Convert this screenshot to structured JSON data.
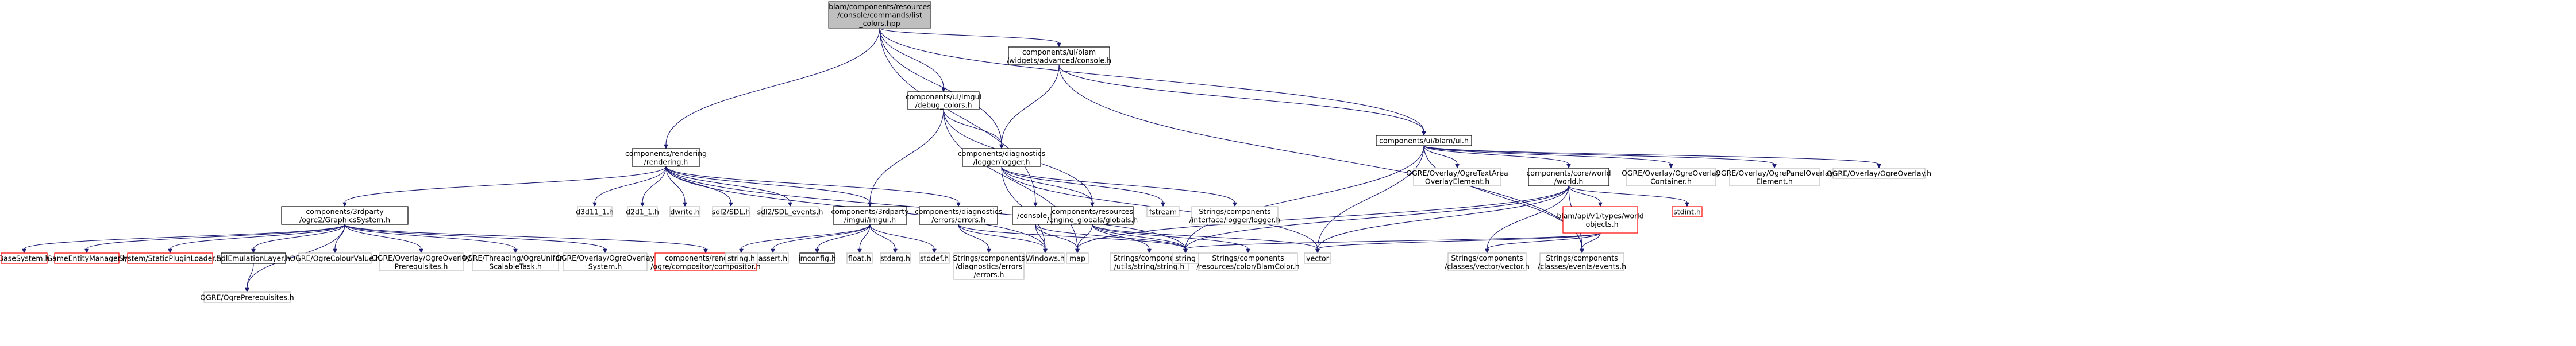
{
  "graph": {
    "nodes": [
      {
        "id": "root",
        "lines": [
          "blam/components/resources",
          "/console/commands/list",
          "_colors.hpp"
        ],
        "kind": "root"
      },
      {
        "id": "console_ui",
        "lines": [
          "components/ui/blam",
          "/widgets/advanced/console.h"
        ],
        "kind": "incl"
      },
      {
        "id": "imgui_debug",
        "lines": [
          "components/ui/imgui",
          "/debug_colors.h"
        ],
        "kind": "incl"
      },
      {
        "id": "blam_ui",
        "lines": [
          "components/ui/blam/ui.h"
        ],
        "kind": "incl"
      },
      {
        "id": "rendering",
        "lines": [
          "components/rendering",
          "/rendering.h"
        ],
        "kind": "incl"
      },
      {
        "id": "logger",
        "lines": [
          "components/diagnostics",
          "/logger/logger.h"
        ],
        "kind": "incl"
      },
      {
        "id": "ogre_textarea",
        "lines": [
          "OGRE/Overlay/OgreTextArea",
          "OverlayElement.h"
        ],
        "kind": "ext"
      },
      {
        "id": "world",
        "lines": [
          "components/core/world",
          "/world.h"
        ],
        "kind": "incl"
      },
      {
        "id": "ogre_container",
        "lines": [
          "OGRE/Overlay/OgreOverlay",
          "Container.h"
        ],
        "kind": "ext"
      },
      {
        "id": "ogre_panel",
        "lines": [
          "OGRE/Overlay/OgrePanelOverlay",
          "Element.h"
        ],
        "kind": "ext"
      },
      {
        "id": "ogre_overlay",
        "lines": [
          "OGRE/Overlay/OgreOverlay.h"
        ],
        "kind": "ext"
      },
      {
        "id": "graphics_system",
        "lines": [
          "components/3rdparty",
          "/ogre2/GraphicsSystem.h"
        ],
        "kind": "incl"
      },
      {
        "id": "d3d11",
        "lines": [
          "d3d11_1.h"
        ],
        "kind": "ext"
      },
      {
        "id": "d2d1",
        "lines": [
          "d2d1_1.h"
        ],
        "kind": "ext"
      },
      {
        "id": "dwrite",
        "lines": [
          "dwrite.h"
        ],
        "kind": "ext"
      },
      {
        "id": "sdl2",
        "lines": [
          "sdl2/SDL.h"
        ],
        "kind": "ext"
      },
      {
        "id": "sdl_events",
        "lines": [
          "sdl2/SDL_events.h"
        ],
        "kind": "ext"
      },
      {
        "id": "imgui",
        "lines": [
          "components/3rdparty",
          "/imgui/imgui.h"
        ],
        "kind": "incl"
      },
      {
        "id": "errors",
        "lines": [
          "components/diagnostics",
          "/errors/errors.h"
        ],
        "kind": "incl"
      },
      {
        "id": "console_h",
        "lines": [
          "/console.h"
        ],
        "kind": "incl"
      },
      {
        "id": "globals",
        "lines": [
          "components/resources",
          "/engine_globals/globals.h"
        ],
        "kind": "incl"
      },
      {
        "id": "fstream",
        "lines": [
          "fstream"
        ],
        "kind": "ext"
      },
      {
        "id": "iface_logger",
        "lines": [
          "Strings/components",
          "/interface/logger/logger.h"
        ],
        "kind": "ext"
      },
      {
        "id": "world_objects",
        "lines": [
          "blam/api/v1/types/world",
          "_objects.h"
        ],
        "kind": "missing"
      },
      {
        "id": "stdint",
        "lines": [
          "stdint.h"
        ],
        "kind": "missing"
      },
      {
        "id": "basesystem",
        "lines": [
          "BaseSystem.h"
        ],
        "kind": "missing"
      },
      {
        "id": "gem",
        "lines": [
          "GameEntityManager.h"
        ],
        "kind": "missing"
      },
      {
        "id": "static_plugin",
        "lines": [
          "System/StaticPluginLoader.h"
        ],
        "kind": "missing"
      },
      {
        "id": "sdl_emul",
        "lines": [
          "SdlEmulationLayer.h"
        ],
        "kind": "incl"
      },
      {
        "id": "ogre_colour",
        "lines": [
          "OGRE/OgreColourValue.h"
        ],
        "kind": "ext"
      },
      {
        "id": "ogre_overlay_prereq",
        "lines": [
          "OGRE/Overlay/OgreOverlay",
          "Prerequisites.h"
        ],
        "kind": "ext"
      },
      {
        "id": "ogre_threading",
        "lines": [
          "OGRE/Threading/OgreUniform",
          "ScalableTask.h"
        ],
        "kind": "ext"
      },
      {
        "id": "ogre_overlay_system",
        "lines": [
          "OGRE/Overlay/OgreOverlay",
          "System.h"
        ],
        "kind": "ext"
      },
      {
        "id": "compositor",
        "lines": [
          "components/rendering",
          "/ogre/compositor/compositor.h"
        ],
        "kind": "missing"
      },
      {
        "id": "string_h",
        "lines": [
          "string.h"
        ],
        "kind": "ext"
      },
      {
        "id": "assert",
        "lines": [
          "assert.h"
        ],
        "kind": "ext"
      },
      {
        "id": "imconfig",
        "lines": [
          "imconfig.h"
        ],
        "kind": "incl"
      },
      {
        "id": "float",
        "lines": [
          "float.h"
        ],
        "kind": "ext"
      },
      {
        "id": "stdarg",
        "lines": [
          "stdarg.h"
        ],
        "kind": "ext"
      },
      {
        "id": "stddef",
        "lines": [
          "stddef.h"
        ],
        "kind": "ext"
      },
      {
        "id": "str_errors",
        "lines": [
          "Strings/components",
          "/diagnostics/errors",
          "/errors.h"
        ],
        "kind": "ext"
      },
      {
        "id": "windows",
        "lines": [
          "Windows.h"
        ],
        "kind": "ext"
      },
      {
        "id": "map",
        "lines": [
          "map"
        ],
        "kind": "ext"
      },
      {
        "id": "str_string",
        "lines": [
          "Strings/components",
          "/utils/string/string.h"
        ],
        "kind": "ext"
      },
      {
        "id": "string",
        "lines": [
          "string"
        ],
        "kind": "ext"
      },
      {
        "id": "str_color",
        "lines": [
          "Strings/components",
          "/resources/color/BlamColor.h"
        ],
        "kind": "ext"
      },
      {
        "id": "vector",
        "lines": [
          "vector"
        ],
        "kind": "ext"
      },
      {
        "id": "str_vector",
        "lines": [
          "Strings/components",
          "/classes/vector/vector.h"
        ],
        "kind": "ext"
      },
      {
        "id": "str_events",
        "lines": [
          "Strings/components",
          "/classes/events/events.h"
        ],
        "kind": "ext"
      },
      {
        "id": "ogre_prereq",
        "lines": [
          "OGRE/OgrePrerequisites.h"
        ],
        "kind": "ext"
      }
    ],
    "edges": [
      [
        "root",
        "console_ui"
      ],
      [
        "root",
        "imgui_debug"
      ],
      [
        "root",
        "blam_ui"
      ],
      [
        "root",
        "rendering"
      ],
      [
        "root",
        "logger"
      ],
      [
        "root",
        "console_h"
      ],
      [
        "console_ui",
        "blam_ui"
      ],
      [
        "console_ui",
        "logger"
      ],
      [
        "console_ui",
        "str_events"
      ],
      [
        "imgui_debug",
        "imgui"
      ],
      [
        "imgui_debug",
        "logger"
      ],
      [
        "imgui_debug",
        "globals"
      ],
      [
        "imgui_debug",
        "map"
      ],
      [
        "blam_ui",
        "ogre_textarea"
      ],
      [
        "blam_ui",
        "world"
      ],
      [
        "blam_ui",
        "ogre_container"
      ],
      [
        "blam_ui",
        "ogre_panel"
      ],
      [
        "blam_ui",
        "ogre_overlay"
      ],
      [
        "blam_ui",
        "string"
      ],
      [
        "blam_ui",
        "vector"
      ],
      [
        "blam_ui",
        "str_events"
      ],
      [
        "rendering",
        "graphics_system"
      ],
      [
        "rendering",
        "d3d11"
      ],
      [
        "rendering",
        "d2d1"
      ],
      [
        "rendering",
        "dwrite"
      ],
      [
        "rendering",
        "sdl2"
      ],
      [
        "rendering",
        "sdl_events"
      ],
      [
        "rendering",
        "imgui"
      ],
      [
        "rendering",
        "errors"
      ],
      [
        "rendering",
        "windows"
      ],
      [
        "rendering",
        "string"
      ],
      [
        "logger",
        "fstream"
      ],
      [
        "logger",
        "iface_logger"
      ],
      [
        "logger",
        "globals"
      ],
      [
        "logger",
        "windows"
      ],
      [
        "logger",
        "vector"
      ],
      [
        "world",
        "world_objects"
      ],
      [
        "world",
        "stdint"
      ],
      [
        "world",
        "str_vector"
      ],
      [
        "world",
        "str_events"
      ],
      [
        "world",
        "map"
      ],
      [
        "world",
        "string"
      ],
      [
        "world",
        "vector"
      ],
      [
        "graphics_system",
        "basesystem"
      ],
      [
        "graphics_system",
        "gem"
      ],
      [
        "graphics_system",
        "static_plugin"
      ],
      [
        "graphics_system",
        "sdl_emul"
      ],
      [
        "graphics_system",
        "ogre_colour"
      ],
      [
        "graphics_system",
        "ogre_overlay_prereq"
      ],
      [
        "graphics_system",
        "ogre_threading"
      ],
      [
        "graphics_system",
        "ogre_overlay_system"
      ],
      [
        "graphics_system",
        "compositor"
      ],
      [
        "graphics_system",
        "ogre_prereq"
      ],
      [
        "imgui",
        "string_h"
      ],
      [
        "imgui",
        "assert"
      ],
      [
        "imgui",
        "imconfig"
      ],
      [
        "imgui",
        "float"
      ],
      [
        "imgui",
        "stdarg"
      ],
      [
        "imgui",
        "stddef"
      ],
      [
        "errors",
        "str_errors"
      ],
      [
        "errors",
        "windows"
      ],
      [
        "errors",
        "string"
      ],
      [
        "console_h",
        "windows"
      ],
      [
        "console_h",
        "map"
      ],
      [
        "console_h",
        "string"
      ],
      [
        "globals",
        "map"
      ],
      [
        "globals",
        "str_string"
      ],
      [
        "globals",
        "string"
      ],
      [
        "globals",
        "str_color"
      ],
      [
        "globals",
        "vector"
      ],
      [
        "world_objects",
        "string"
      ],
      [
        "world_objects",
        "vector"
      ],
      [
        "world_objects",
        "str_vector"
      ],
      [
        "world_objects",
        "str_events"
      ],
      [
        "sdl_emul",
        "ogre_prereq"
      ]
    ]
  }
}
